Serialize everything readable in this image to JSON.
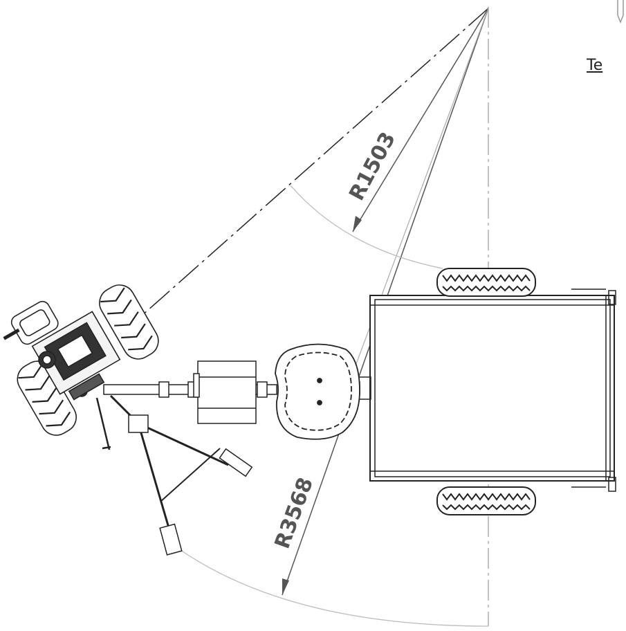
{
  "dimensions": {
    "inner_radius": "R1503",
    "outer_radius": "R3568"
  },
  "corner_label": "Te",
  "colors": {
    "line": "#222222",
    "dim_line": "#b0b0b0",
    "dim_text": "#555555",
    "arrow": "#555555"
  }
}
